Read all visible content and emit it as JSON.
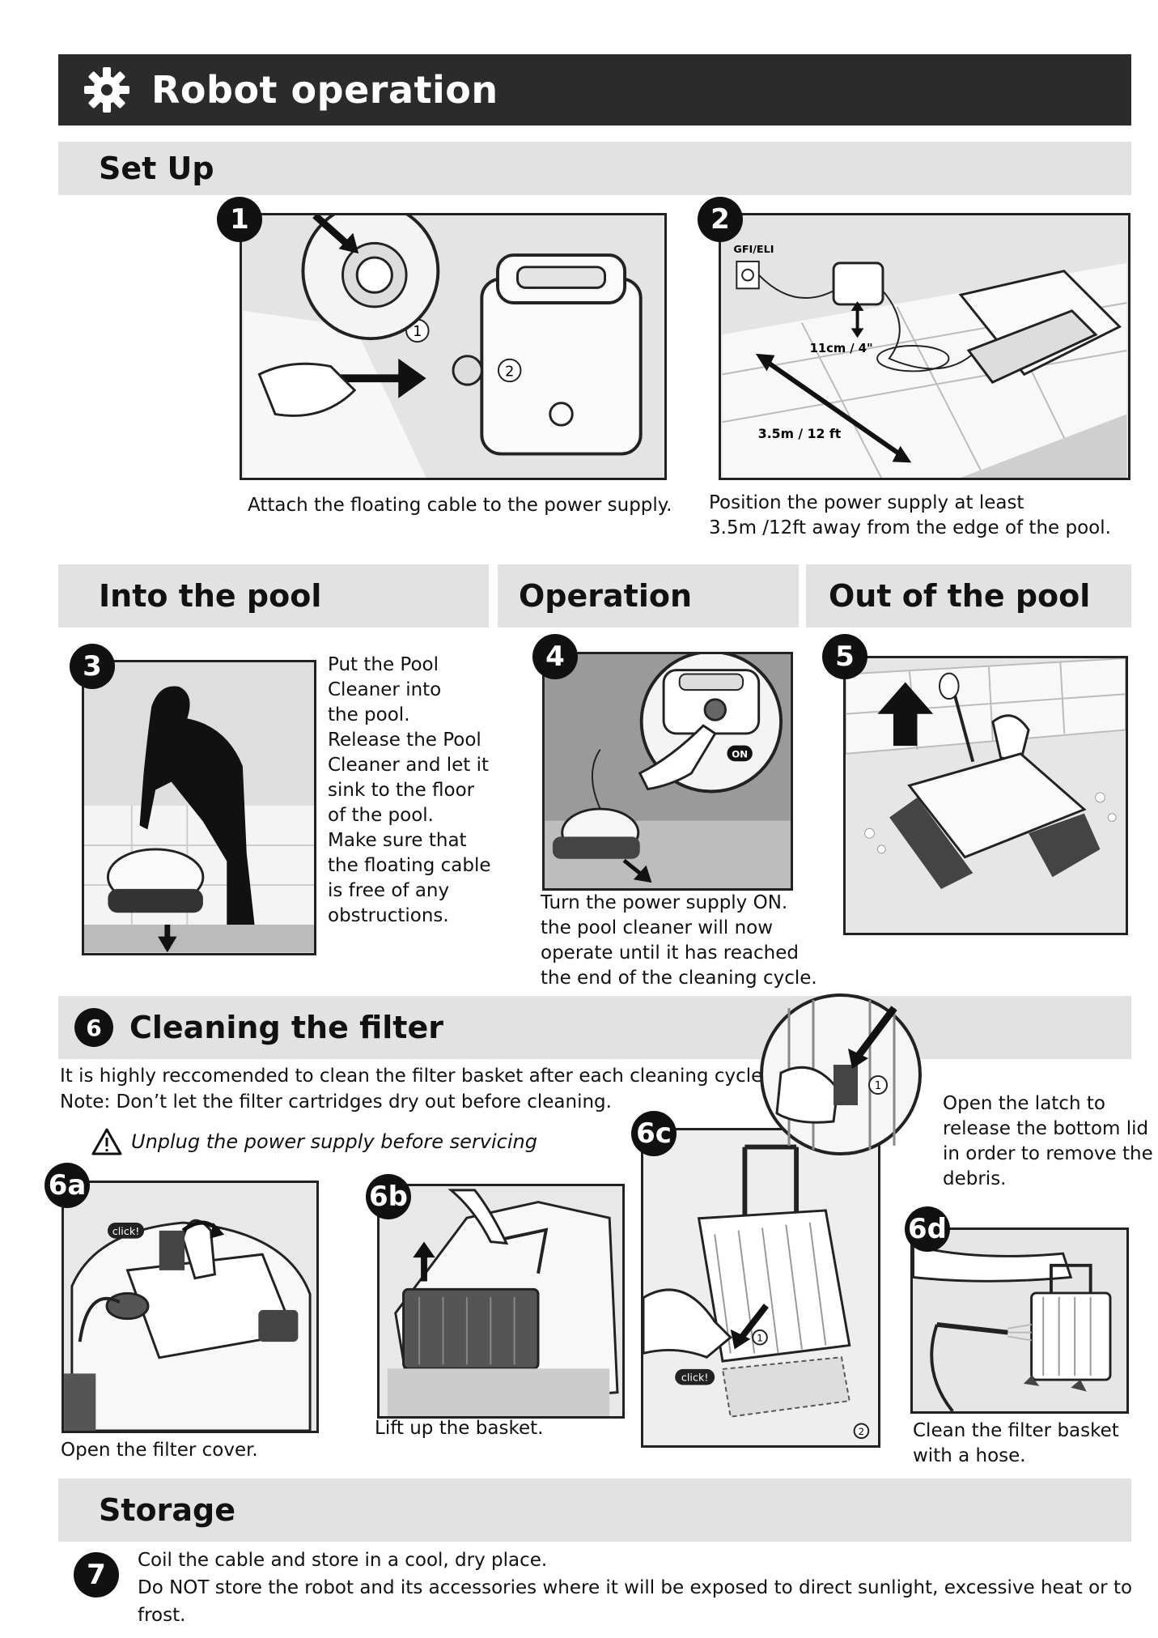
{
  "title": "Robot operation",
  "sections": {
    "setup": "Set Up",
    "into_pool": "Into the pool",
    "operation": "Operation",
    "out_of_pool": "Out of the pool",
    "cleaning_filter": "Cleaning the filter",
    "storage": "Storage"
  },
  "steps": {
    "s1": {
      "num": "1",
      "caption": "Attach the floating cable to the power supply."
    },
    "s2": {
      "num": "2",
      "caption_line1": "Position the power supply at least",
      "caption_line2": "3.5m /12ft away from the edge of the pool.",
      "label_gfi": "GFI/ELI",
      "label_height": "11cm / 4\"",
      "label_distance": "3.5m / 12 ft"
    },
    "s3": {
      "num": "3",
      "lines": [
        "Put the Pool",
        "Cleaner into",
        "the pool.",
        "Release the Pool",
        "Cleaner and let it",
        "sink to the floor",
        "of the pool.",
        "Make sure that",
        "the floating cable",
        "is free of any",
        "obstructions."
      ]
    },
    "s4": {
      "num": "4",
      "on_label": "ON",
      "lines": [
        "Turn the power supply ON.",
        "the pool cleaner will now",
        "operate until it has reached",
        "the end of the cleaning cycle."
      ]
    },
    "s5": {
      "num": "5"
    },
    "s6": {
      "num": "6"
    },
    "s6a": {
      "num": "6a",
      "click": "click!",
      "caption": "Open the filter cover."
    },
    "s6b": {
      "num": "6b",
      "caption": "Lift up the basket."
    },
    "s6c": {
      "num": "6c",
      "click": "click!",
      "callout1": "1",
      "callout2": "2",
      "lines": [
        "Open the latch to",
        "release the bottom lid",
        "in order to remove the",
        "debris."
      ]
    },
    "s6d": {
      "num": "6d",
      "caption_line1": "Clean the filter basket",
      "caption_line2": "with a hose."
    },
    "s7": {
      "num": "7",
      "line1": "Coil the cable and store in a cool, dry place.",
      "line2": "Do NOT store the robot and its accessories where it will be exposed to direct sunlight, excessive heat or to frost."
    }
  },
  "filter_note": {
    "line1": "It is highly reccomended to clean the filter basket after each cleaning cycle.",
    "line2": "Note: Don’t let the filter cartridges dry out before cleaning.",
    "warning": "Unplug the power supply before servicing"
  },
  "s1_callouts": {
    "a": "1",
    "b": "2"
  },
  "colors": {
    "title_bar": "#2b2b2b",
    "section_bar": "#e2e2e2",
    "panel_bg": "#e6e6e6"
  }
}
